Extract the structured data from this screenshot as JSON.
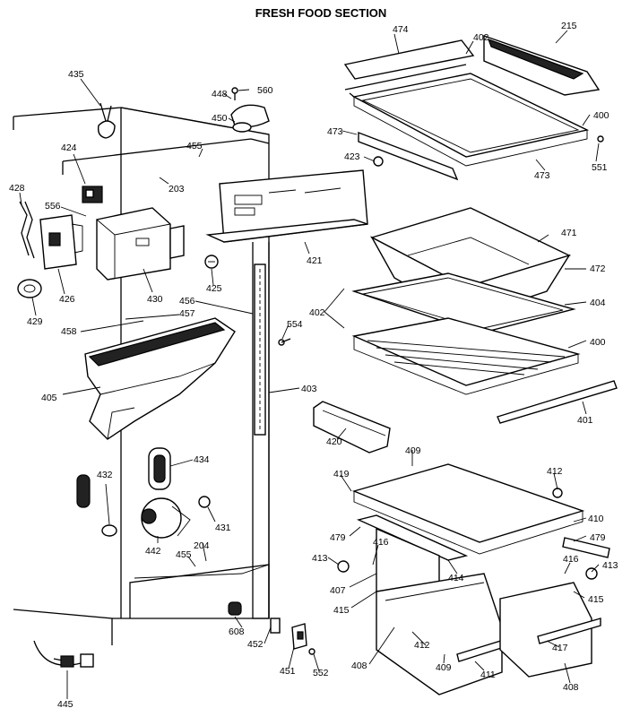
{
  "title": "FRESH FOOD SECTION",
  "callouts": [
    {
      "id": "c474",
      "text": "474"
    },
    {
      "id": "c402a",
      "text": "402"
    },
    {
      "id": "c215",
      "text": "215"
    },
    {
      "id": "c435",
      "text": "435"
    },
    {
      "id": "c448",
      "text": "448"
    },
    {
      "id": "c560",
      "text": "560"
    },
    {
      "id": "c450",
      "text": "450"
    },
    {
      "id": "c400a",
      "text": "400"
    },
    {
      "id": "c473a",
      "text": "473"
    },
    {
      "id": "c424",
      "text": "424"
    },
    {
      "id": "c455a",
      "text": "455"
    },
    {
      "id": "c423",
      "text": "423"
    },
    {
      "id": "c473b",
      "text": "473"
    },
    {
      "id": "c551",
      "text": "551"
    },
    {
      "id": "c428",
      "text": "428"
    },
    {
      "id": "c203",
      "text": "203"
    },
    {
      "id": "c556",
      "text": "556"
    },
    {
      "id": "c471",
      "text": "471"
    },
    {
      "id": "c421",
      "text": "421"
    },
    {
      "id": "c426",
      "text": "426"
    },
    {
      "id": "c430",
      "text": "430"
    },
    {
      "id": "c425",
      "text": "425"
    },
    {
      "id": "c472",
      "text": "472"
    },
    {
      "id": "c429",
      "text": "429"
    },
    {
      "id": "c456",
      "text": "456"
    },
    {
      "id": "c404",
      "text": "404"
    },
    {
      "id": "c402b",
      "text": "402"
    },
    {
      "id": "c457",
      "text": "457"
    },
    {
      "id": "c458",
      "text": "458"
    },
    {
      "id": "c554",
      "text": "554"
    },
    {
      "id": "c400b",
      "text": "400"
    },
    {
      "id": "c405",
      "text": "405"
    },
    {
      "id": "c403",
      "text": "403"
    },
    {
      "id": "c401",
      "text": "401"
    },
    {
      "id": "c420",
      "text": "420"
    },
    {
      "id": "c409a",
      "text": "409"
    },
    {
      "id": "c434",
      "text": "434"
    },
    {
      "id": "c419",
      "text": "419"
    },
    {
      "id": "c412a",
      "text": "412"
    },
    {
      "id": "c432",
      "text": "432"
    },
    {
      "id": "c431",
      "text": "431"
    },
    {
      "id": "c410",
      "text": "410"
    },
    {
      "id": "c479a",
      "text": "479"
    },
    {
      "id": "c479b",
      "text": "479"
    },
    {
      "id": "c442",
      "text": "442"
    },
    {
      "id": "c416a",
      "text": "416"
    },
    {
      "id": "c204",
      "text": "204"
    },
    {
      "id": "c413a",
      "text": "413"
    },
    {
      "id": "c414",
      "text": "414"
    },
    {
      "id": "c416b",
      "text": "416"
    },
    {
      "id": "c413b",
      "text": "413"
    },
    {
      "id": "c455b",
      "text": "455"
    },
    {
      "id": "c407",
      "text": "407"
    },
    {
      "id": "c415a",
      "text": "415"
    },
    {
      "id": "c415b",
      "text": "415"
    },
    {
      "id": "c608",
      "text": "608"
    },
    {
      "id": "c412b",
      "text": "412"
    },
    {
      "id": "c417",
      "text": "417"
    },
    {
      "id": "c452",
      "text": "452"
    },
    {
      "id": "c409b",
      "text": "409"
    },
    {
      "id": "c411",
      "text": "411"
    },
    {
      "id": "c408a",
      "text": "408"
    },
    {
      "id": "c451",
      "text": "451"
    },
    {
      "id": "c552",
      "text": "552"
    },
    {
      "id": "c408b",
      "text": "408"
    },
    {
      "id": "c445",
      "text": "445"
    }
  ]
}
